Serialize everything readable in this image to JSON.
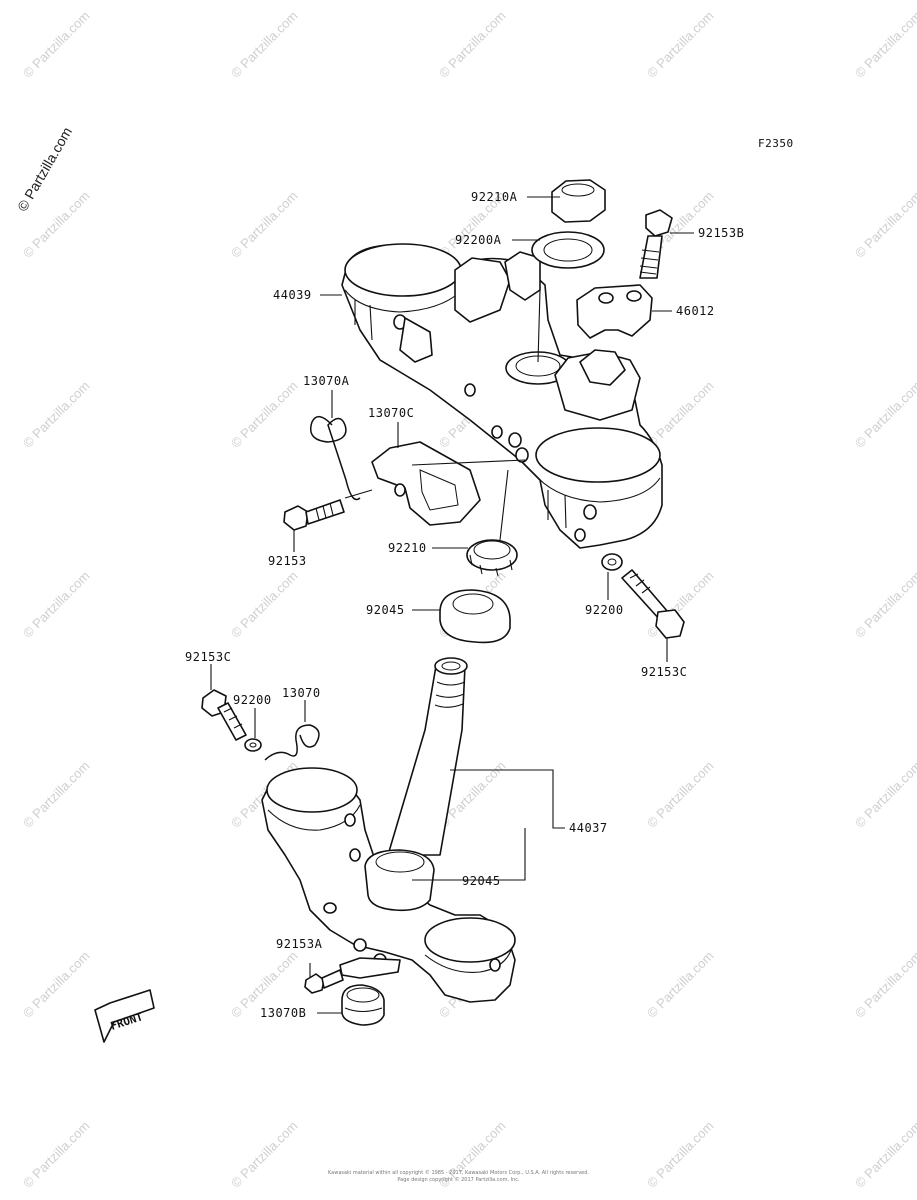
{
  "figure_code": "F2350",
  "watermark_main": "© Partzilla.com",
  "watermark_repeat": "© Partzilla.com",
  "copyright_lines": [
    "Kawasaki material within all copyright © 1985 - 2017, Kawasaki Motors Corp., U.S.A. All rights reserved.",
    "Page design copyright © 2017 Partzilla.com, Inc."
  ],
  "front_indicator": "FRONT",
  "part_labels": [
    {
      "id": "92210A",
      "text": "92210A"
    },
    {
      "id": "92153B",
      "text": "92153B"
    },
    {
      "id": "92200A",
      "text": "92200A"
    },
    {
      "id": "44039",
      "text": "44039"
    },
    {
      "id": "46012",
      "text": "46012"
    },
    {
      "id": "13070A",
      "text": "13070A"
    },
    {
      "id": "13070C",
      "text": "13070C"
    },
    {
      "id": "92153",
      "text": "92153"
    },
    {
      "id": "92210",
      "text": "92210"
    },
    {
      "id": "92045-upper",
      "text": "92045"
    },
    {
      "id": "92200-right",
      "text": "92200"
    },
    {
      "id": "92153C-right",
      "text": "92153C"
    },
    {
      "id": "92153C-left",
      "text": "92153C"
    },
    {
      "id": "92200-left",
      "text": "92200"
    },
    {
      "id": "13070",
      "text": "13070"
    },
    {
      "id": "44037",
      "text": "44037"
    },
    {
      "id": "92045-lower",
      "text": "92045"
    },
    {
      "id": "92153A",
      "text": "92153A"
    },
    {
      "id": "13070B",
      "text": "13070B"
    }
  ]
}
